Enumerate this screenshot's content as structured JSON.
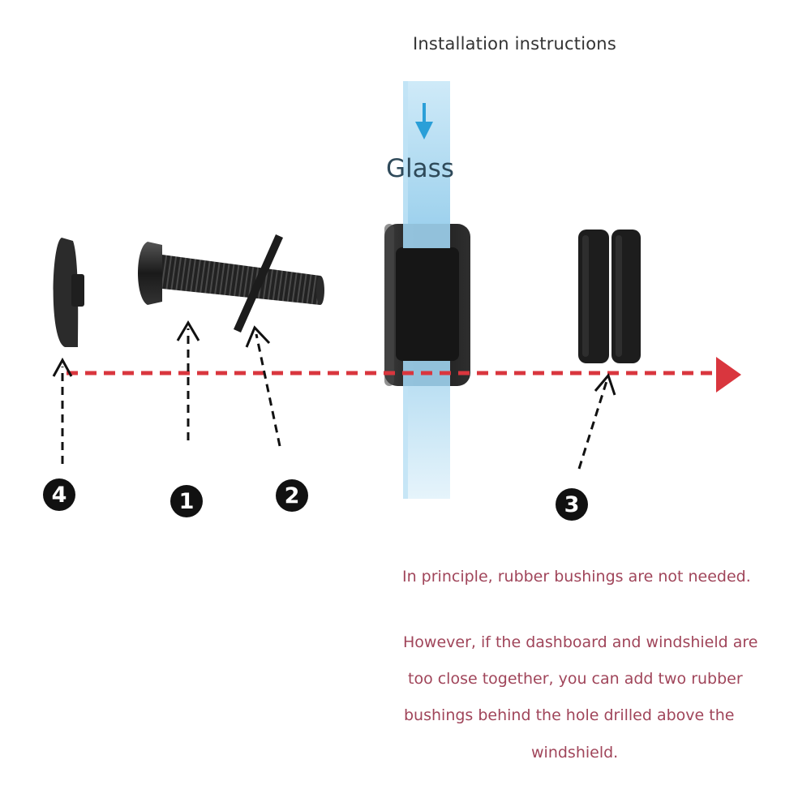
{
  "title": "Installation instructions",
  "glass_label": "Glass",
  "badges": {
    "one": "1",
    "two": "2",
    "three": "3",
    "four": "4"
  },
  "notes": {
    "principle": "In principle, rubber bushings are not needed.",
    "however_lines": [
      "However, if the dashboard and windshield are",
      "too close together, you can add two rubber",
      "bushings behind the hole drilled above the",
      "windshield."
    ]
  },
  "colors": {
    "axis_red": "#d9363e",
    "glass_blue": "#9fd3ef",
    "arrow_blue": "#2a9fd8",
    "part_black": "#1a1a1a",
    "note_text": "#a0455a"
  }
}
